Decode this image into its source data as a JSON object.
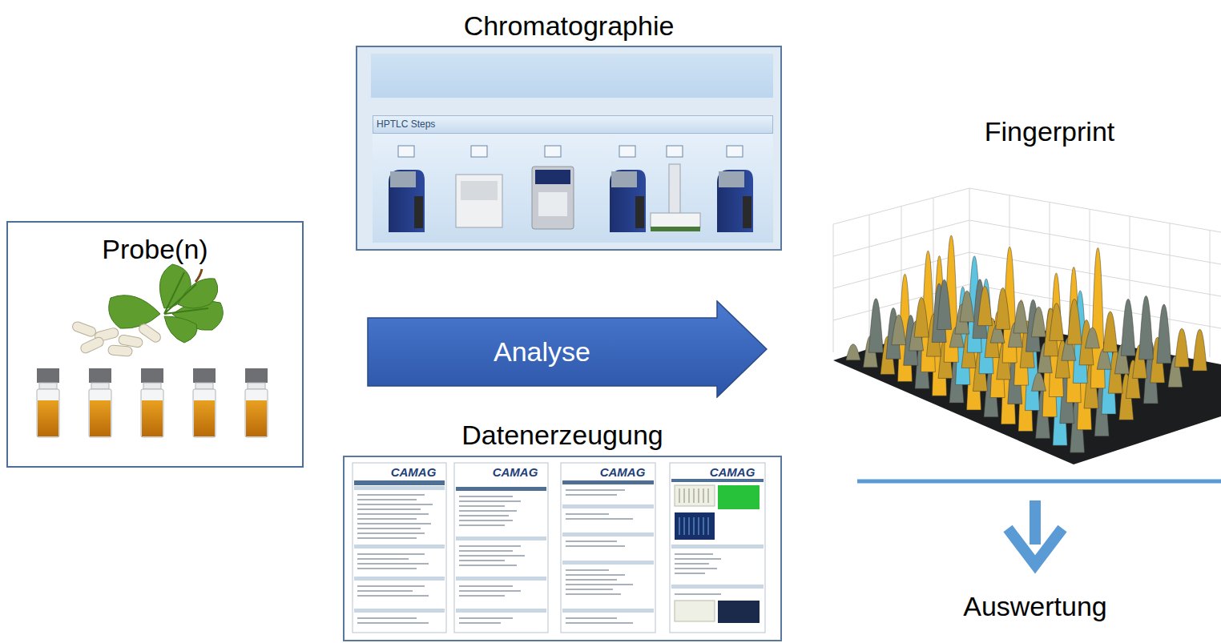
{
  "diagram": {
    "nodes": [
      {
        "text": [
          "Chromatographie"
        ]
      },
      {
        "text": [
          "HPTLC Steps"
        ],
        "in": 0
      },
      {
        "text": [
          "Probe(n)"
        ]
      },
      {
        "text": [
          "Analyse"
        ]
      },
      {
        "text": [
          "Datenerzeugung"
        ]
      }
    ],
    "labels": [
      "Fingerprint",
      "CAMAG",
      "CAMAG",
      "CAMAG",
      "CAMAG",
      "Auswertung"
    ]
  }
}
